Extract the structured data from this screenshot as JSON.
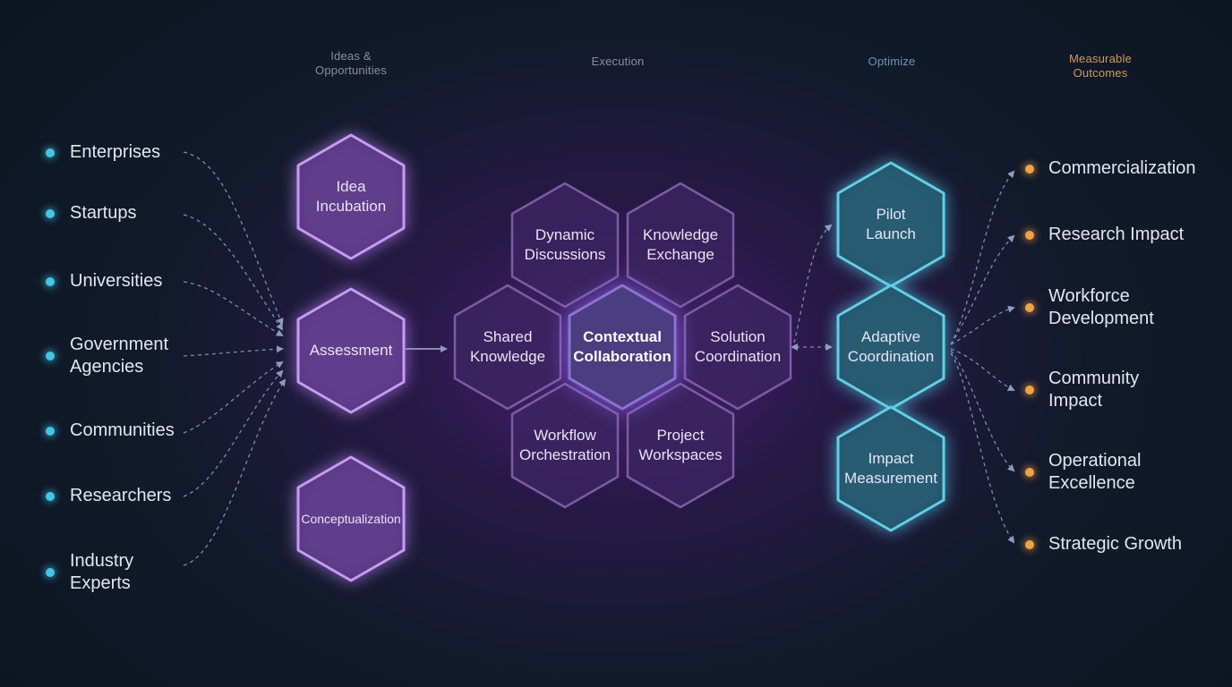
{
  "headers": {
    "ideas": "Ideas &\nOpportunities",
    "execution": "Execution",
    "optimize": "Optimize",
    "outcomes": "Measurable\nOutcomes"
  },
  "stakeholders": [
    "Enterprises",
    "Startups",
    "Universities",
    "Government\nAgencies",
    "Communities",
    "Researchers",
    "Industry\nExperts"
  ],
  "ideas_stage": [
    "Idea\nIncubation",
    "Assessment",
    "Conceptualization"
  ],
  "execution_stage": {
    "center": "Contextual\nCollaboration",
    "top_left": "Dynamic\nDiscussions",
    "top_right": "Knowledge\nExchange",
    "left": "Shared\nKnowledge",
    "right": "Solution\nCoordination",
    "bottom_left": "Workflow\nOrchestration",
    "bottom_right": "Project\nWorkspaces"
  },
  "optimize_stage": [
    "Pilot\nLaunch",
    "Adaptive\nCoordination",
    "Impact\nMeasurement"
  ],
  "outcomes": [
    "Commercialization",
    "Research Impact",
    "Workforce\nDevelopment",
    "Community\nImpact",
    "Operational\nExcellence",
    "Strategic Growth"
  ],
  "colors": {
    "purple_stroke": "#b68ae8",
    "purple_fill": "#5a3885",
    "exec_stroke": "#7d5aa6",
    "exec_fill": "#3b2560",
    "center_fill": "#4a3d80",
    "teal_stroke": "#5fd0e6",
    "teal_fill": "#25566c",
    "blue_dot": "#42c6e6",
    "orange_dot": "#f0a340"
  }
}
